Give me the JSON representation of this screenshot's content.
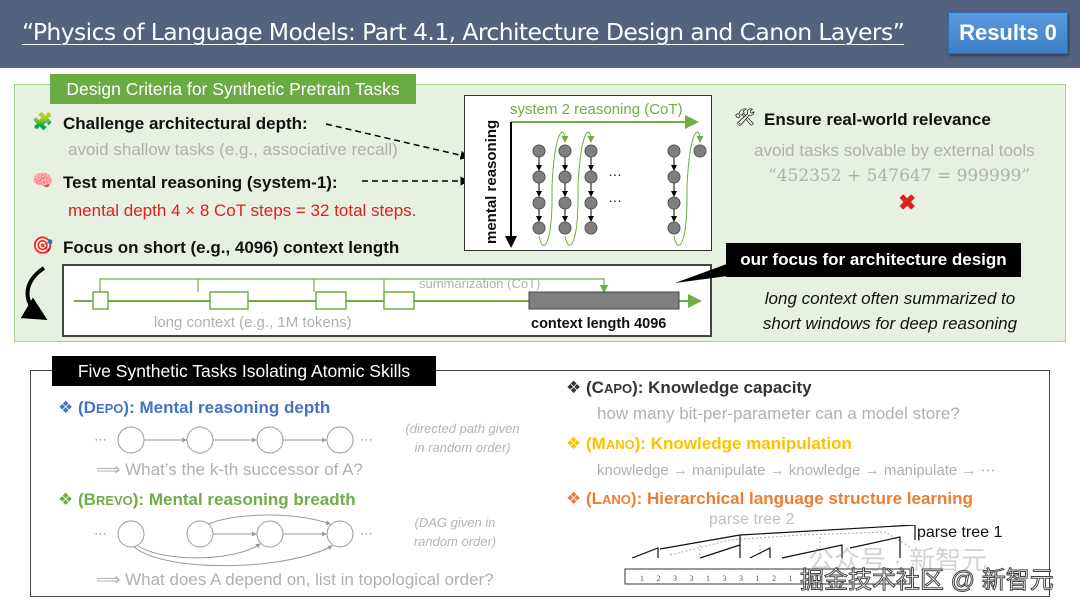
{
  "header": {
    "title": "“Physics of Language Models: Part 4.1, Architecture Design and Canon Layers”",
    "results_button": "Results 0"
  },
  "design_criteria": {
    "label": "Design Criteria for Synthetic Pretrain Tasks",
    "items": [
      {
        "icon": "puzzle-icon",
        "glyph": "🧩",
        "title": "Challenge architectural depth:",
        "sub": "avoid shallow tasks (e.g., associative recall)"
      },
      {
        "icon": "brain-icon",
        "glyph": "🧠",
        "title": "Test mental reasoning (system-1):",
        "sub": "mental depth 4 × 8 CoT steps = 32 total steps."
      },
      {
        "icon": "target-icon",
        "glyph": "🎯",
        "title": "Focus on short (e.g., 4096) context length"
      }
    ],
    "cot_diagram": {
      "x_label": "system 2 reasoning (CoT)",
      "y_label": "mental reasoning",
      "ellipsis": "…"
    },
    "relevance": {
      "icon": "tools-icon",
      "glyph": "🛠",
      "title": "Ensure real-world relevance",
      "sub": "avoid tasks solvable by external tools",
      "example": "“452352 + 547647 = 999999”",
      "mark": "✖"
    },
    "context_diagram": {
      "summarization": "summarization (CoT)",
      "long_context": "long context (e.g., 1M tokens)",
      "context_length": "context length 4096"
    },
    "callout": "our focus for architecture design",
    "note_line1": "long context often summarized to",
    "note_line2": "short windows for deep reasoning"
  },
  "tasks": {
    "label": "Five Synthetic Tasks Isolating Atomic Skills",
    "bullet": "❖",
    "depo": {
      "open": "(D",
      "sc": "EPO",
      "close": "): Mental reasoning depth",
      "color": "#4472c4",
      "note1": "(directed path given",
      "note2": "in random order)",
      "question": "⟹ What’s the k-th successor of A?",
      "ellipsis": "⋯"
    },
    "brevo": {
      "open": "(B",
      "sc": "REVO",
      "close": "): Mental reasoning breadth",
      "color": "#70ad47",
      "note1": "(DAG given in",
      "note2": "random order)",
      "question": "⟹ What does A depend on, list in topological order?",
      "ellipsis": "⋯"
    },
    "capo": {
      "open": "(C",
      "sc": "APO",
      "close": "): Knowledge capacity",
      "color": "#333333",
      "sub": "how many bit-per-parameter can a model store?"
    },
    "mano": {
      "open": "(M",
      "sc": "ANO",
      "close": "): Knowledge manipulation",
      "color": "#ffc000",
      "sub": "knowledge → manipulate → knowledge → manipulate → ⋯"
    },
    "lano": {
      "open": "(L",
      "sc": "ANO",
      "close": "): Hierarchical language structure learning",
      "color": "#ed7d31",
      "tree2": "parse tree 2",
      "tree1": "parse tree 1",
      "sequence": [
        "1",
        "2",
        "3",
        "3",
        "1",
        "3",
        "3",
        "1",
        "2",
        "1",
        "",
        "",
        "",
        "",
        "",
        "",
        "",
        "",
        ""
      ]
    }
  },
  "watermark": {
    "faint": "公众号 · 新智元",
    "main": "掘金技术社区 @ 新智元"
  }
}
